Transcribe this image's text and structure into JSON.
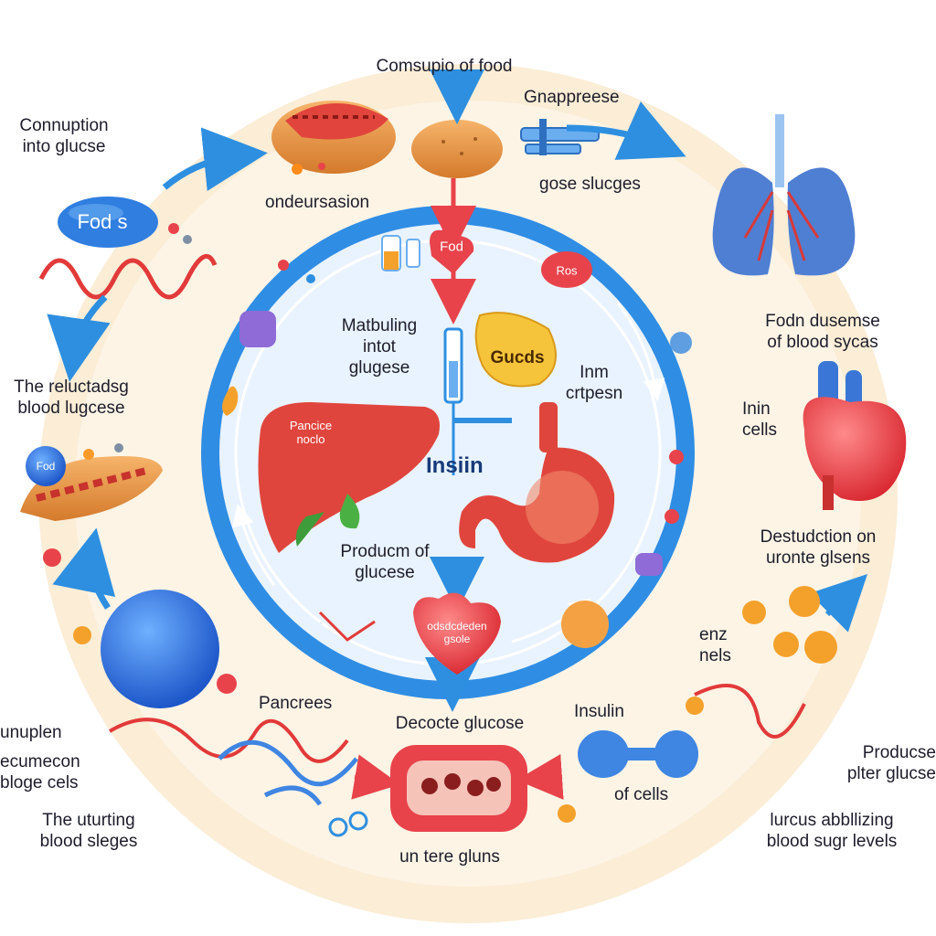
{
  "labels": {
    "consumption_of_food": "Comsupio of food",
    "gnappreese": "Gnappreese",
    "connuption_line1": "Connuption",
    "connuption_line2": "into glucse",
    "ondeursession": "ondeursasion",
    "gose_sluges": "gose slucges",
    "fods_bubble": "Fod s",
    "fod_heart": "Fod",
    "fodn_line1": "Fodn dusemse",
    "fodn_line2": "of blood sycas",
    "reluctadsg_line1": "The reluctadsg",
    "reluctadsg_line2": "blood lugcese",
    "matbuling_line1": "Matbuling",
    "matbuling_line2": "intot",
    "matbuling_line3": "glugese",
    "gucds": "Gucds",
    "inm_line1": "Inm",
    "inm_line2": "crtpesn",
    "inin_line1": "Inin",
    "inin_line2": "cells",
    "pancice_line1": "Pancice",
    "pancice_line2": "noclo",
    "insiin": "Insiin",
    "product_line1": "Producm of",
    "product_line2": "glucese",
    "destuction_line1": "Destudction on",
    "destuction_line2": "uronte glsens",
    "enz_line1": "enz",
    "enz_line2": "nels",
    "heart_bottom_line1": "odsdcdeden",
    "heart_bottom_line2": "gsole",
    "unuplen": "unuplen",
    "ecumecon_line1": "ecumecon",
    "ecumecon_line2": "bloge cels",
    "pancrees": "Pancrees",
    "decocte_glucose": "Decocte glucose",
    "insulin": "Insulin",
    "producsse_line1": "Producse",
    "producsse_line2": "plter glucse",
    "uturting_line1": "The uturting",
    "uturting_line2": "blood sleges",
    "of_cells": "of cells",
    "lurcus_line1": "lurcus abbllizing",
    "lurcus_line2": "blood sugr levels",
    "un_tere_gluns": "un tere gluns",
    "fod_small_tag": "Fod",
    "ros_tag": "Ros"
  },
  "colors": {
    "outer_ring": "#fbedd6",
    "inner_ring": "#2f8de4",
    "inner_fill": "#e9f3ff",
    "arrow_blue": "#2e8fe0",
    "arrow_red": "#e8434b",
    "organ_red": "#d9403b",
    "lung_blue": "#4f7fd3"
  },
  "icons": [
    "food-sandwich-icon",
    "bread-roll-icon",
    "pipe-icon",
    "lungs-icon",
    "heart-icon",
    "liver-icon",
    "stomach-icon",
    "insulin-syringe-icon",
    "cell-sphere-icon",
    "pancreas-tissue-icon",
    "capsule-cells-icon",
    "glucose-molecule-icon",
    "test-tube-icon"
  ]
}
